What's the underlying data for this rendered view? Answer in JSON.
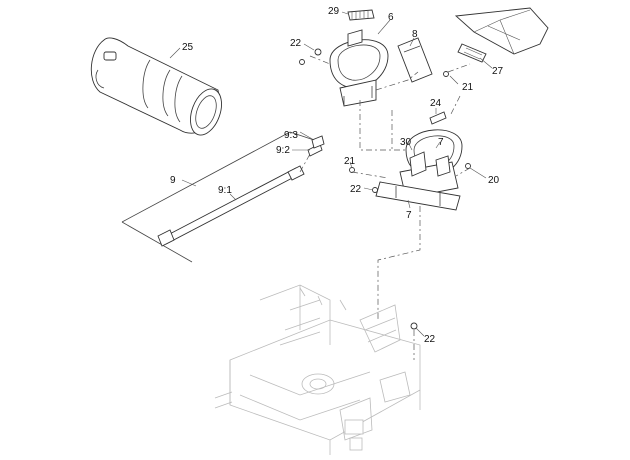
{
  "callouts": [
    {
      "id": "c29",
      "text": "29"
    },
    {
      "id": "c6",
      "text": "6"
    },
    {
      "id": "c22a",
      "text": "22"
    },
    {
      "id": "c8",
      "text": "8"
    },
    {
      "id": "c25",
      "text": "25"
    },
    {
      "id": "c27",
      "text": "27"
    },
    {
      "id": "c21a",
      "text": "21"
    },
    {
      "id": "c24",
      "text": "24"
    },
    {
      "id": "c93",
      "text": "9:3"
    },
    {
      "id": "c92",
      "text": "9:2"
    },
    {
      "id": "c30",
      "text": "30"
    },
    {
      "id": "c7a",
      "text": "7"
    },
    {
      "id": "c21b",
      "text": "21"
    },
    {
      "id": "c20",
      "text": "20"
    },
    {
      "id": "c9",
      "text": "9"
    },
    {
      "id": "c91",
      "text": "9:1"
    },
    {
      "id": "c22b",
      "text": "22"
    },
    {
      "id": "c7b",
      "text": "7"
    },
    {
      "id": "c22c",
      "text": "22"
    }
  ],
  "style": {
    "line_color": "#444444",
    "faded_color": "#bbbbbb",
    "background": "#ffffff"
  }
}
